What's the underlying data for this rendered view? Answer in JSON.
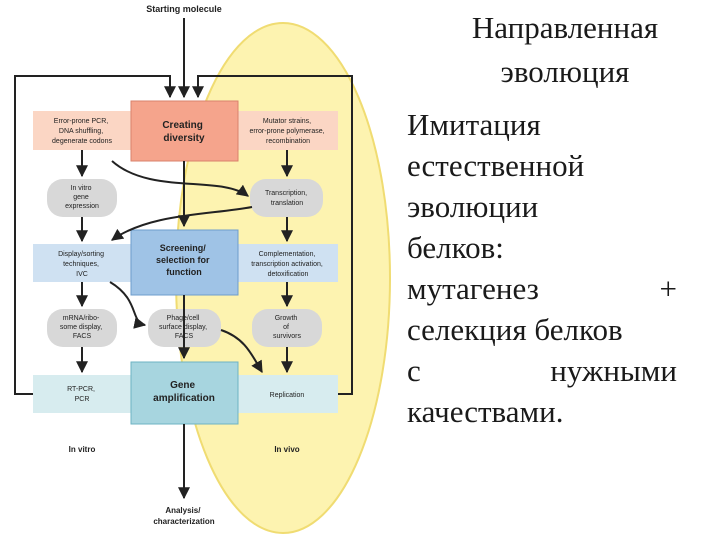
{
  "title_line1": "Направленная",
  "title_line2": "эволюция",
  "body": {
    "line1": "Имитация",
    "line2": "естественной",
    "line3": "эволюции",
    "line4": "белков:",
    "line5a": "мутагенез",
    "line5b": "+",
    "line6": "селекция белков",
    "line7a": "с",
    "line7b": "нужными",
    "line8": "качествами."
  },
  "diagram": {
    "start": "Starting molecule",
    "creating": [
      "Creating",
      "diversity"
    ],
    "error_prone": [
      "Error-prone PCR,",
      "DNA shuffling,",
      "degenerate codons"
    ],
    "mutator": [
      "Mutator strains,",
      "error-prone polymerase,",
      "recombination"
    ],
    "in_vitro_expr": [
      "In vitro",
      "gene",
      "expression"
    ],
    "transcription": [
      "Transcription,",
      "translation"
    ],
    "display": [
      "Display/sorting",
      "techniques,",
      "IVC"
    ],
    "screening": [
      "Screening/",
      "selection for",
      "function"
    ],
    "complementation": [
      "Complementation,",
      "transcription activation,",
      "detoxification"
    ],
    "mrna": [
      "mRNA/ribo-",
      "some display,",
      "FACS"
    ],
    "phage": [
      "Phage/cell",
      "surface display,",
      "FACS"
    ],
    "growth": [
      "Growth",
      "of",
      "survivors"
    ],
    "rtpcr": [
      "RT-PCR,",
      "PCR"
    ],
    "gene_amp": [
      "Gene",
      "amplification"
    ],
    "replication": "Replication",
    "in_vitro": "In vitro",
    "in_vivo": "In vivo",
    "analysis": [
      "Analysis/",
      "characterization"
    ]
  },
  "colors": {
    "ellipse_fill": "#fdf3b0",
    "ellipse_stroke": "#f0dc72",
    "salmon_row": "#fbd6c4",
    "salmon_center": "#f5a48c",
    "blue_row": "#cfe1f2",
    "blue_center": "#9fc3e6",
    "cyan_row": "#d7ecef",
    "cyan_center": "#a7d5df",
    "gray_pill": "#d8d8d8"
  }
}
